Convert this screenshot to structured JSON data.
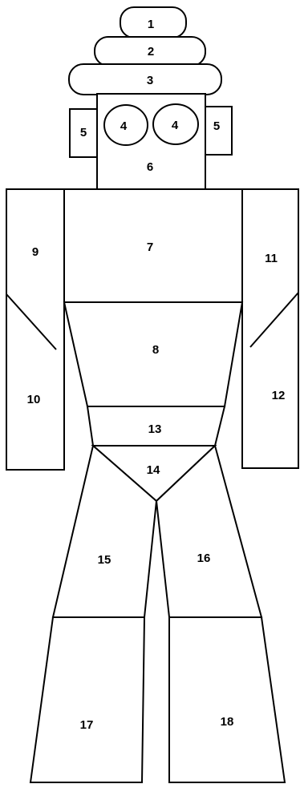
{
  "regions": {
    "r1": "1",
    "r2": "2",
    "r3": "3",
    "r4_left": "4",
    "r4_right": "4",
    "r5_left": "5",
    "r5_right": "5",
    "r6": "6",
    "r7": "7",
    "r8": "8",
    "r9": "9",
    "r10": "10",
    "r11": "11",
    "r12": "12",
    "r13": "13",
    "r14": "14",
    "r15": "15",
    "r16": "16",
    "r17": "17",
    "r18": "18"
  },
  "colors": {
    "line": "#000000",
    "fill": "#ffffff"
  }
}
